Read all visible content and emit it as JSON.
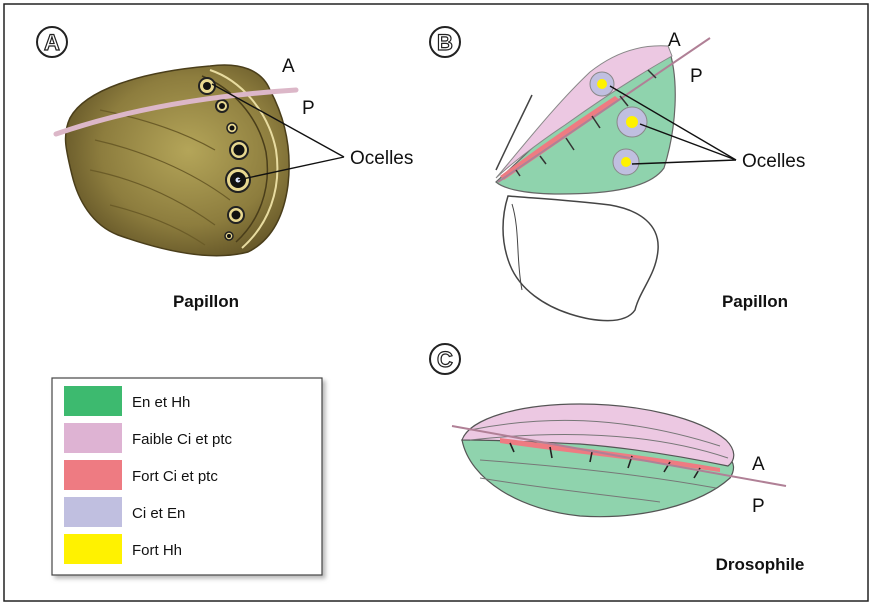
{
  "panels": {
    "a": {
      "badge": "A",
      "label_A": "A",
      "label_P": "P",
      "ocelles": "Ocelles",
      "caption": "Papillon"
    },
    "b": {
      "badge": "B",
      "label_A": "A",
      "label_P": "P",
      "ocelles": "Ocelles",
      "caption": "Papillon"
    },
    "c": {
      "badge": "C",
      "label_A": "A",
      "label_P": "P",
      "caption": "Drosophile"
    }
  },
  "legend": {
    "items": [
      {
        "label": "En et Hh",
        "color": "#3dba6f"
      },
      {
        "label": "Faible Ci et ptc",
        "color": "#deb3d3"
      },
      {
        "label": "Fort Ci et ptc",
        "color": "#ee7b82"
      },
      {
        "label": "Ci et En",
        "color": "#c0bfe0"
      },
      {
        "label": "Fort Hh",
        "color": "#fff200"
      }
    ]
  },
  "colors": {
    "border": "#222222",
    "green_wing": "#8fd3ad",
    "pink_wing": "#ecc8e2",
    "ap_line": "#b08096",
    "wing_brown": "#8a7a3c"
  }
}
